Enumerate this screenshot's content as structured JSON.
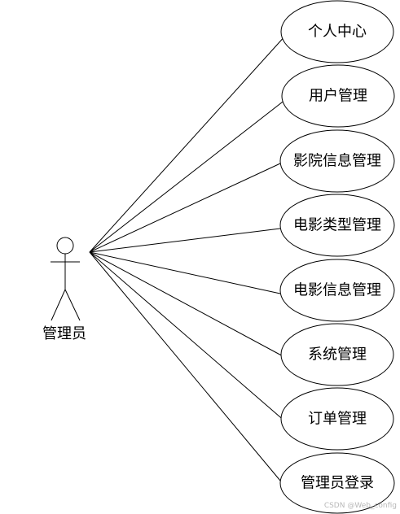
{
  "actor": {
    "label": "管理员"
  },
  "use_cases": [
    {
      "id": "personal-center",
      "label": "个人中心"
    },
    {
      "id": "user-management",
      "label": "用户管理"
    },
    {
      "id": "cinema-info-management",
      "label": "影院信息管理"
    },
    {
      "id": "movie-type-management",
      "label": "电影类型管理"
    },
    {
      "id": "movie-info-management",
      "label": "电影信息管理"
    },
    {
      "id": "system-management",
      "label": "系统管理"
    },
    {
      "id": "order-management",
      "label": "订单管理"
    },
    {
      "id": "admin-login",
      "label": "管理员登录"
    }
  ],
  "watermark": "CSDN @Web_config",
  "colors": {
    "stroke": "#000000",
    "background": "#ffffff",
    "watermark": "#b8b8b8"
  }
}
